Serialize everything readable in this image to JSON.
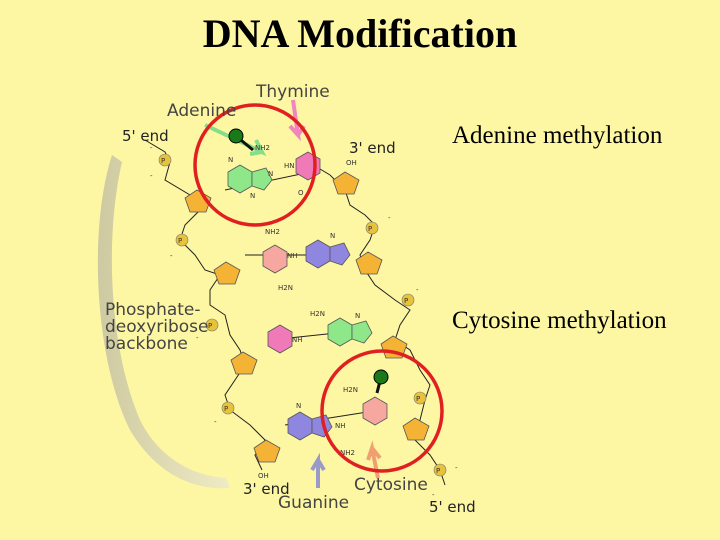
{
  "slide": {
    "title": "DNA Modification",
    "captions": {
      "adenine_methylation": "Adenine methylation",
      "cytosine_methylation": "Cytosine methylation"
    }
  },
  "diagram": {
    "labels": {
      "adenine": "Adenine",
      "thymine": "Thymine",
      "guanine": "Guanine",
      "cytosine": "Cytosine",
      "five_prime_top": "5' end",
      "three_prime_top": "3' end",
      "three_prime_bottom": "3' end",
      "five_prime_bottom": "5' end",
      "backbone_line1": "Phosphate-",
      "backbone_line2": "deoxyribose",
      "backbone_line3": "backbone"
    },
    "atoms": {
      "p": "P",
      "o": "O",
      "n": "N",
      "nh": "NH",
      "nh2": "NH2",
      "h2n": "H2N",
      "oh": "OH",
      "hn": "HN",
      "minus": "-"
    },
    "colors": {
      "background": "#fdf6a3",
      "highlight_circle": "#e02020",
      "methyl_group": "#1a7a1a",
      "sugar": "#f5b335",
      "phosphate": "#e8c23a",
      "adenine_base": "#8ee88a",
      "thymine_base": "#f07ab8",
      "guanine_base": "#8f86e0",
      "cytosine_base": "#f6a8a0",
      "label_pointer_adenine": "#88dd88",
      "label_pointer_thymine": "#f085c0",
      "label_pointer_guanine": "#9a9ac8",
      "label_pointer_cytosine": "#f0a070"
    }
  }
}
